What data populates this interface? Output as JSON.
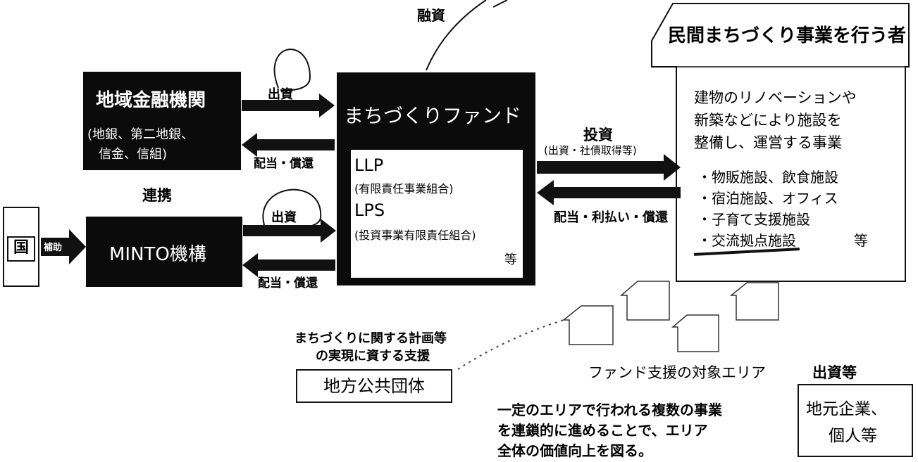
{
  "top_label": "融資",
  "regional_bank": {
    "title": "地域金融機関",
    "sub1": "(地銀、第二地銀、",
    "sub2": "信金、信組)"
  },
  "collab_label": "連携",
  "minto": {
    "title": "MINTO機構"
  },
  "country": {
    "label": "国"
  },
  "subsidy_label": "補助",
  "invest_label_1": "出資",
  "invest_label_2": "出資",
  "return_label_1": "配当・償還",
  "return_label_2": "配当・償還",
  "fund": {
    "title": "まちづくりファンド",
    "llp": "LLP",
    "llp_sub": "(有限責任事業組合)",
    "lps": "LPS",
    "lps_sub": "(投資事業有限責任組合)",
    "etc": "等"
  },
  "investment": {
    "label": "投資",
    "sub": "(出資・社債取得等)",
    "return": "配当・利払い・償還"
  },
  "private_org": {
    "title": "民間まちづくり事業を行う者",
    "desc1": "建物のリノベーションや",
    "desc2": "新築などにより施設を",
    "desc3": "整備し、運営する事業",
    "items": [
      "・物販施設、飲食施設",
      "・宿泊施設、オフィス",
      "・子育て支援施設",
      "・交流拠点施設"
    ],
    "etc": "等"
  },
  "support_text1": "まちづくりに関する計画等",
  "support_text2": "の実現に資する支援",
  "local_gov": {
    "label": "地方公共団体"
  },
  "target_area": "ファンド支援の対象エリア",
  "invest_etc": "出資等",
  "local_company": {
    "line1": "地元企業、",
    "line2": "個人等"
  },
  "area_desc1": "一定のエリアで行われる複数の事業",
  "area_desc2": "を連鎖的に進めることで、エリア",
  "area_desc3": "全体の価値向上を図る。"
}
